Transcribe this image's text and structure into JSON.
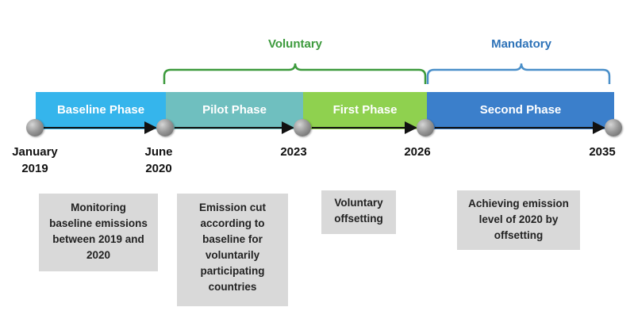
{
  "brackets": {
    "voluntary": {
      "label": "Voluntary",
      "color": "#3c9a3c"
    },
    "mandatory": {
      "label": "Mandatory",
      "color": "#4a8fc9"
    }
  },
  "phases": [
    {
      "label": "Baseline Phase",
      "color": "#35b5ec"
    },
    {
      "label": "Pilot Phase",
      "color": "#6fbfbf"
    },
    {
      "label": "First Phase",
      "color": "#8fd14f"
    },
    {
      "label": "Second Phase",
      "color": "#3b7fcb"
    }
  ],
  "milestones": [
    {
      "lines": [
        "January",
        "2019"
      ]
    },
    {
      "lines": [
        "June",
        "2020"
      ]
    },
    {
      "lines": [
        "2023"
      ]
    },
    {
      "lines": [
        "2026"
      ]
    },
    {
      "lines": [
        "2035"
      ]
    }
  ],
  "notes": [
    {
      "lines": [
        "Monitoring",
        "baseline emissions",
        "between 2019 and",
        "2020"
      ]
    },
    {
      "lines": [
        "Emission cut",
        "according to",
        "baseline for",
        "voluntarily",
        "participating",
        "countries"
      ]
    },
    {
      "lines": [
        "Voluntary",
        "offsetting"
      ]
    },
    {
      "lines": [
        "Achieving emission",
        "level of 2020 by",
        "offsetting"
      ]
    }
  ]
}
